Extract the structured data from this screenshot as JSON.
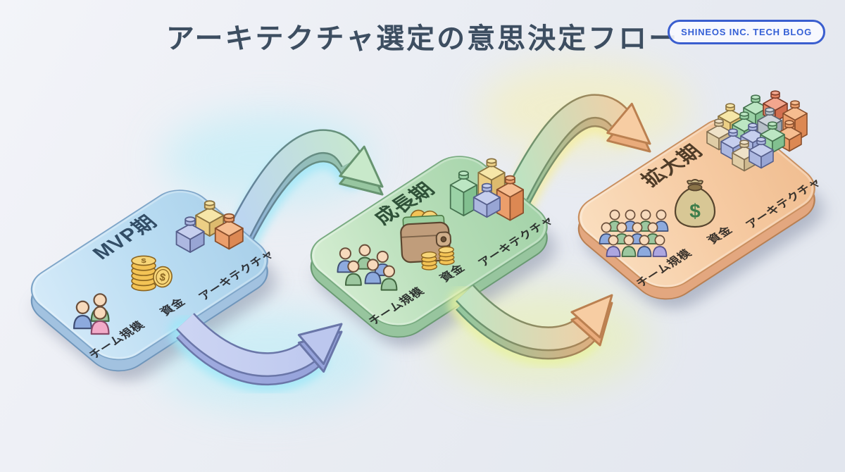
{
  "header": {
    "title": "アーキテクチャ選定の意思決定フロー",
    "title_color": "#3d4e61",
    "badge": "SHINEOS INC. TECH BLOG",
    "badge_color": "#3560d6"
  },
  "stages": [
    {
      "id": "mvp",
      "title": "MVP期",
      "items": [
        {
          "label": "チーム規模",
          "icon": "team-people-icon",
          "count": 3
        },
        {
          "label": "資金",
          "icon": "coin-stack-icon"
        },
        {
          "label": "アーキテクチャ",
          "icon": "building-blocks-icon",
          "count": 3
        }
      ],
      "colors": {
        "c1": "#d6ebf9",
        "c2": "#b9dcf2",
        "c3": "#a8cfe9",
        "edge": "#7fa6c9",
        "side": "#a2c2e0",
        "sedge": "#6f96bb",
        "title": "#324d66",
        "label": "#30343a"
      }
    },
    {
      "id": "growth",
      "title": "成長期",
      "items": [
        {
          "label": "チーム規模",
          "icon": "team-people-icon",
          "count": 6
        },
        {
          "label": "資金",
          "icon": "wallet-coins-icon"
        },
        {
          "label": "アーキテクチャ",
          "icon": "building-blocks-icon",
          "count": 4
        }
      ],
      "colors": {
        "c1": "#d6eed3",
        "c2": "#b4dcb6",
        "c3": "#a3d2a8",
        "edge": "#79ab81",
        "side": "#97c59e",
        "sedge": "#699a72",
        "title": "#2f5138",
        "label": "#2e3430"
      }
    },
    {
      "id": "expansion",
      "title": "拡大期",
      "items": [
        {
          "label": "チーム規模",
          "icon": "team-people-icon",
          "count": 12
        },
        {
          "label": "資金",
          "icon": "money-bag-icon"
        },
        {
          "label": "アーキテクチャ",
          "icon": "building-blocks-icon",
          "count": 13
        }
      ],
      "colors": {
        "c1": "#fadfc0",
        "c2": "#f6cba3",
        "c3": "#f0bd90",
        "edge": "#c98f5f",
        "side": "#e3a77f",
        "sedge": "#b87f52",
        "title": "#4f3c28",
        "label": "#3a332c"
      }
    }
  ],
  "arrows": [
    {
      "from": "MVP期",
      "to": "成長期",
      "lane": "top",
      "top": [
        "#bcd6f0",
        "#c8e9ca"
      ],
      "side": [
        "#8fb2da",
        "#97c6a0"
      ],
      "line": [
        "#64829f",
        "#679470"
      ],
      "glow": "#9fe7f8"
    },
    {
      "from": "MVP期",
      "to": "成長期",
      "lane": "bottom",
      "top": [
        "#ccd4f3",
        "#bcc7ee"
      ],
      "side": [
        "#a0abdf",
        "#95a2da"
      ],
      "line": [
        "#6a76a8",
        "#6a76a8"
      ],
      "glow": "#9fe7f8"
    },
    {
      "from": "成長期",
      "to": "拡大期",
      "lane": "top",
      "top": [
        "#bfe2c1",
        "#f7cda3"
      ],
      "side": [
        "#93c59c",
        "#e9ab7b"
      ],
      "line": [
        "#659572",
        "#bb8050"
      ],
      "glow": "#f4eda2"
    },
    {
      "from": "成長期",
      "to": "拡大期",
      "lane": "bottom",
      "top": [
        "#c2e4c3",
        "#f7cda3"
      ],
      "side": [
        "#95c79e",
        "#e9ab7b"
      ],
      "line": [
        "#659572",
        "#bb8050"
      ],
      "glow": "#e8f2a2"
    }
  ],
  "palette": {
    "background": [
      "#f3f4f9",
      "#e2e6ee"
    ],
    "person": {
      "blue": [
        "#8daade",
        "#3f4e74"
      ],
      "green": [
        "#9cc79f",
        "#40663f"
      ],
      "pink": [
        "#f2aac8",
        "#8a4a6a"
      ],
      "lavender": [
        "#aca6e0",
        "#55508a"
      ],
      "skin": [
        "#f7dabc",
        "#6a4e3a"
      ]
    },
    "brick": {
      "yellow": [
        "#f6e6a8",
        "#eccf85",
        "#ddbb6e",
        "#8a7340"
      ],
      "orange": [
        "#f6bd90",
        "#eb9e6b",
        "#dc8853",
        "#8a4f2c"
      ],
      "blue": [
        "#c6cfee",
        "#adb8e0",
        "#98a5d4",
        "#565f8c"
      ],
      "green": [
        "#bce6c3",
        "#9bd2a6",
        "#82c090",
        "#45724f"
      ],
      "red": [
        "#f2a68e",
        "#e58463",
        "#d26f50",
        "#7f3c28"
      ],
      "cream": [
        "#efe2c8",
        "#e0cda6",
        "#cfba90",
        "#837052"
      ],
      "gray": [
        "#cfd5db",
        "#b7bfc7",
        "#a4adb6",
        "#5d6771"
      ]
    },
    "coin": {
      "face": "#f3c355",
      "top": "#f7d679",
      "stroke": "#8a6420"
    },
    "wallet": {
      "body": "#c09d7b",
      "flap": "#cfae8a",
      "lining": "#9ccf9e",
      "lining_stroke": "#4c7a46",
      "stroke": "#5c4630"
    },
    "bag": {
      "body": "#d8c795",
      "band": "#8a7348",
      "stroke": "#57452e",
      "dollar": "#3e7d4b"
    }
  }
}
